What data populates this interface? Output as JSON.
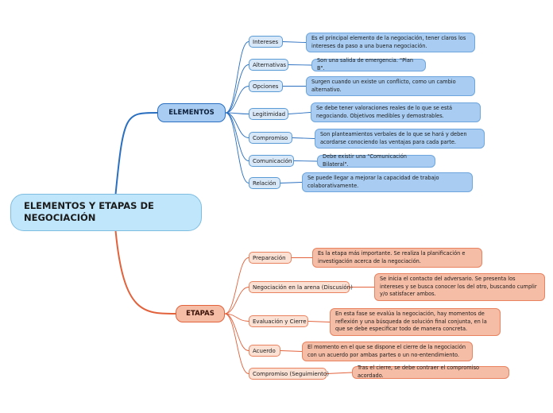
{
  "root": {
    "title": "ELEMENTOS Y ETAPAS DE NEGOCIACIÓN"
  },
  "branches": [
    {
      "label": "ELEMENTOS",
      "color": "#2a6fc0",
      "topics": [
        {
          "label": "Intereses",
          "desc": "Es el principal elemento de la negociación, tener claros los intereses da paso a una buena negociación."
        },
        {
          "label": "Alternativas",
          "desc": "Son una salida de emergencia. \"Plan B\"."
        },
        {
          "label": "Opciones",
          "desc": "Surgen cuando un existe un conflicto, como un cambio alternativo."
        },
        {
          "label": "Legitimidad",
          "desc": "Se debe tener valoraciones reales de lo que se está negociando. Objetivos medibles y demostrables."
        },
        {
          "label": "Compromiso",
          "desc": "Son planteamientos verbales de lo que se hará y deben acordarse conociendo las ventajas para cada parte."
        },
        {
          "label": "Comunicación",
          "desc": "Debe existir una \"Comunicación Bilateral\"."
        },
        {
          "label": "Relación",
          "desc": "Se puede llegar a mejorar la capacidad de trabajo colaborativamente."
        }
      ]
    },
    {
      "label": "ETAPAS",
      "color": "#e2623c",
      "topics": [
        {
          "label": "Preparación",
          "desc": "Es la etapa más importante. Se realiza la planificación e investigación acerca de la negociación."
        },
        {
          "label": "Negociación en la arena (Discusión)",
          "desc": "Se inicia el contacto del adversario. Se presenta los intereses y se busca conocer los del otro, buscando cumplir y/o satisfacer ambos."
        },
        {
          "label": "Evaluación y Cierre",
          "desc": "En esta fase se evalúa la negociación, hay momentos de reflexión y una búsqueda de solución final conjunta, en la que se debe especificar todo de manera concreta."
        },
        {
          "label": "Acuerdo",
          "desc": "El momento en el que se dispone el cierre de la negociación con un acuerdo por ambas partes o un no-entendimiento."
        },
        {
          "label": "Compromiso (Seguimiento)",
          "desc": "Tras el cierre, se debe contraer el compromiso acordado."
        }
      ]
    }
  ]
}
